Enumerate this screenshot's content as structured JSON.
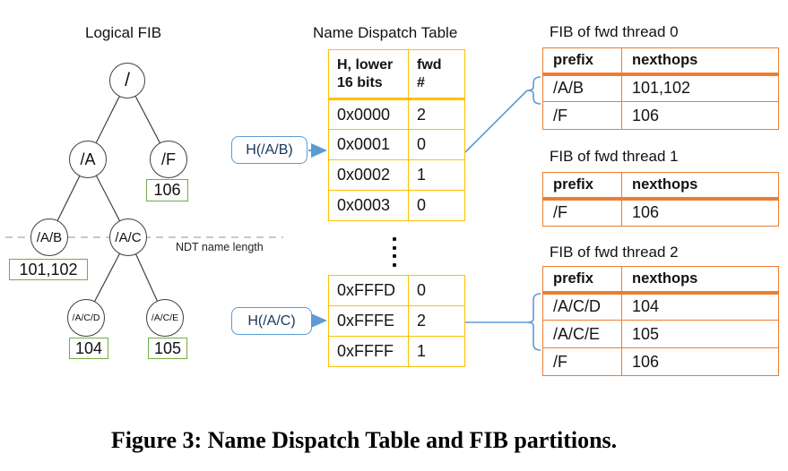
{
  "figure": {
    "caption": "Figure 3: Name Dispatch Table and FIB partitions."
  },
  "tree": {
    "title": "Logical FIB",
    "cutoff_label": "NDT name length",
    "nodes": {
      "root": "/",
      "a": "/A",
      "f": "/F",
      "ab": "/A/B",
      "ac": "/A/C",
      "acd": "/A/C/D",
      "ace": "/A/C/E"
    },
    "nexthops": {
      "f": "106",
      "ab": "101,102",
      "acd": "104",
      "ace": "105"
    }
  },
  "hash_labels": {
    "hab": "H(/A/B)",
    "hac": "H(/A/C)"
  },
  "ndt": {
    "title": "Name Dispatch Table",
    "col1": "H, lower\n16 bits",
    "col2": "fwd\n#",
    "upper_rows": [
      [
        "0x0000",
        "2"
      ],
      [
        "0x0001",
        "0"
      ],
      [
        "0x0002",
        "1"
      ],
      [
        "0x0003",
        "0"
      ]
    ],
    "lower_rows": [
      [
        "0xFFFD",
        "0"
      ],
      [
        "0xFFFE",
        "2"
      ],
      [
        "0xFFFF",
        "1"
      ]
    ]
  },
  "fib": [
    {
      "title": "FIB of fwd thread 0",
      "col1": "prefix",
      "col2": "nexthops",
      "rows": [
        [
          "/A/B",
          "101,102"
        ],
        [
          "/F",
          "106"
        ]
      ]
    },
    {
      "title": "FIB of fwd thread 1",
      "col1": "prefix",
      "col2": "nexthops",
      "rows": [
        [
          "/F",
          "106"
        ]
      ]
    },
    {
      "title": "FIB of fwd thread 2",
      "col1": "prefix",
      "col2": "nexthops",
      "rows": [
        [
          "/A/C/D",
          "104"
        ],
        [
          "/A/C/E",
          "105"
        ],
        [
          "/F",
          "106"
        ]
      ]
    }
  ],
  "colors": {
    "ndt_border": "#FFC000",
    "fib_border": "#ED7D31",
    "nexthop_border": "#70AD47",
    "link_blue": "#5B9BD5"
  }
}
